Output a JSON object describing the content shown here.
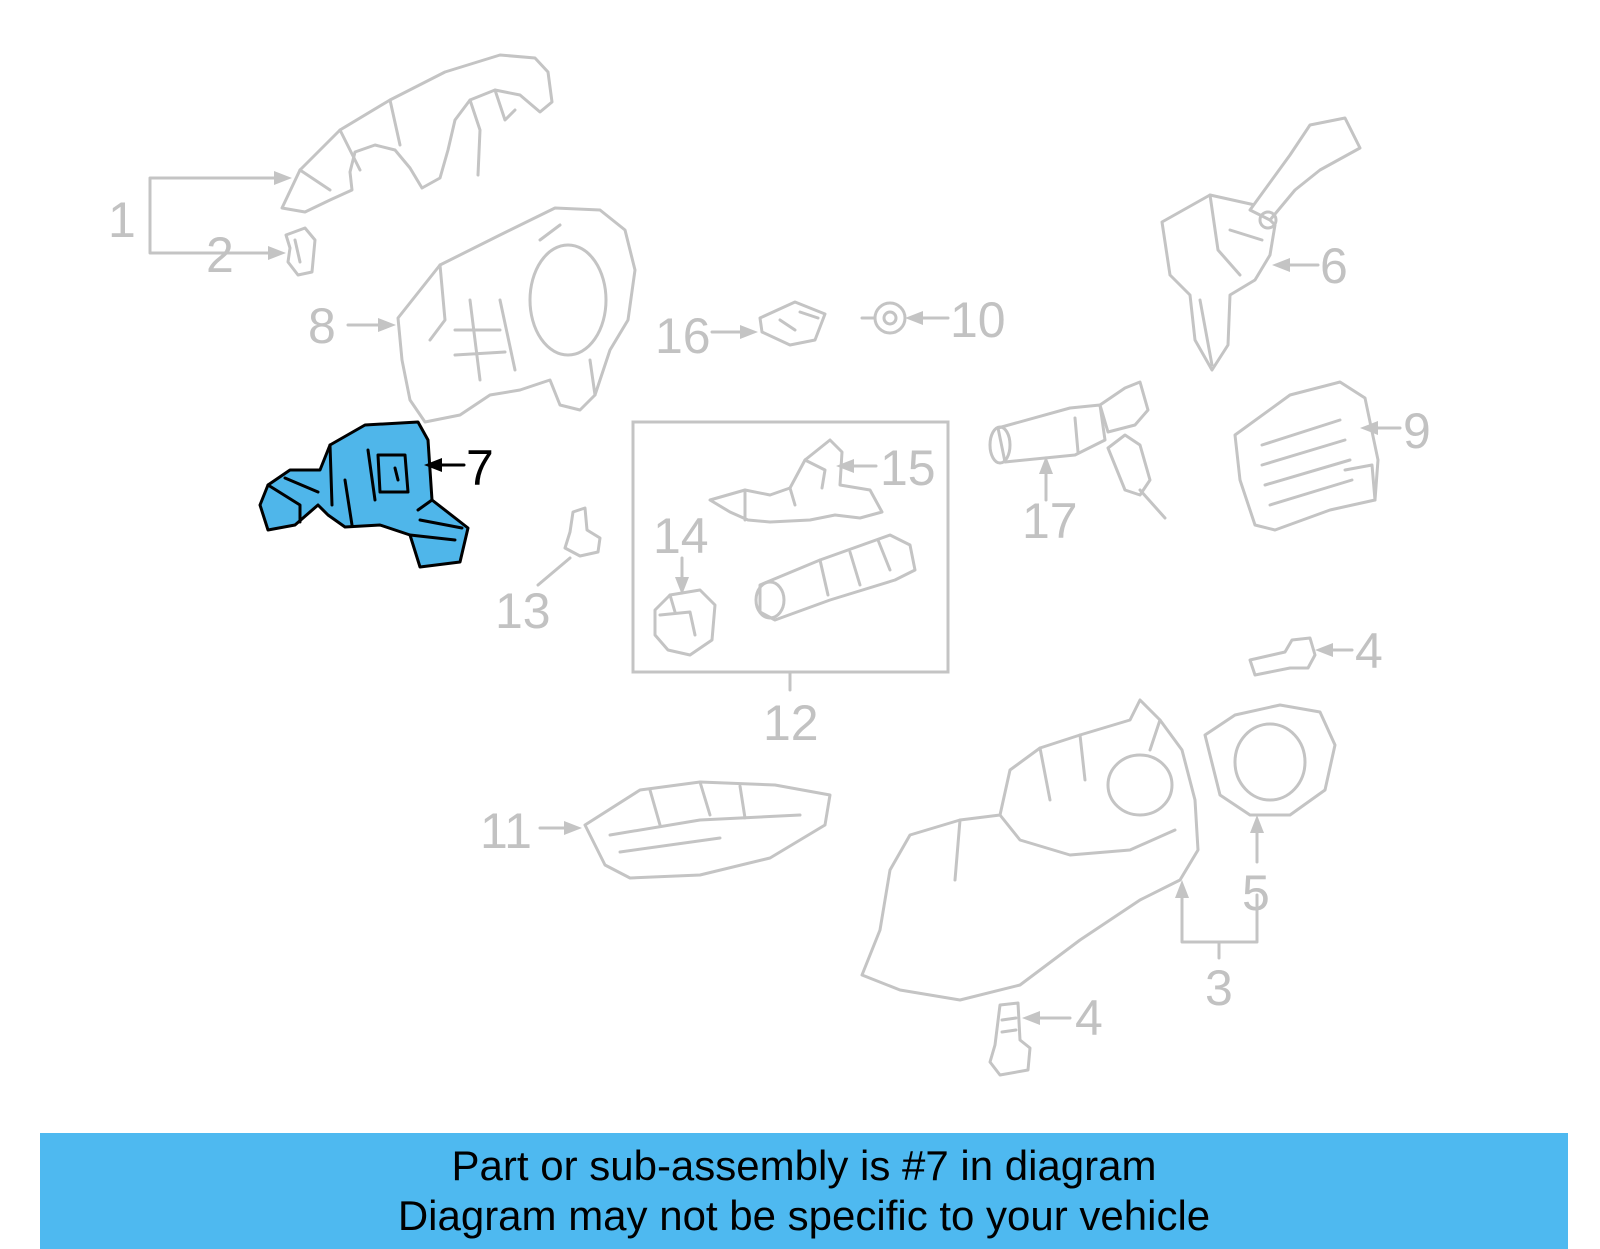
{
  "diagram": {
    "highlight_color": "#4fb6ea",
    "callouts": {
      "c1": "1",
      "c2": "2",
      "c3": "3",
      "c4a": "4",
      "c4b": "4",
      "c5": "5",
      "c6": "6",
      "c7": "7",
      "c8": "8",
      "c9": "9",
      "c10": "10",
      "c11": "11",
      "c12": "12",
      "c13": "13",
      "c14": "14",
      "c15": "15",
      "c16": "16",
      "c17": "17"
    },
    "highlighted_part": "7"
  },
  "banner": {
    "background": "#4eb9f0",
    "line1": "Part or sub-assembly is #7 in diagram",
    "line2": "Diagram may not be specific to your vehicle"
  }
}
